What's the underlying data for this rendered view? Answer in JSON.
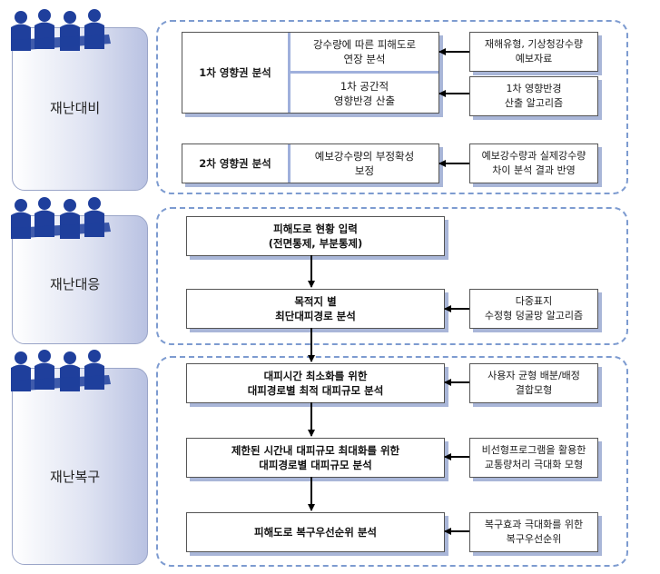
{
  "phases": {
    "preparedness": "재난대비",
    "response": "재난대응",
    "recovery": "재난복구"
  },
  "preparedness": {
    "first_impact_label": "1차 영향권 분석",
    "first_step_a": [
      "강수량에 따른 피해도로",
      "연장 분석"
    ],
    "first_step_b": [
      "1차 공간적",
      "영향반경 산출"
    ],
    "first_input_a": [
      "재해유형, 기상청강수량",
      "예보자료"
    ],
    "first_input_b": [
      "1차 영향반경",
      "산출 알고리즘"
    ],
    "second_impact_label": "2차 영향권 분석",
    "second_step": [
      "예보강수량의 부정확성",
      "보정"
    ],
    "second_input": [
      "예보강수량과 실제강수량",
      "차이 분석 결과 반영"
    ]
  },
  "response": {
    "step1": [
      "피해도로 현황 입력",
      "(전면통제, 부분통제)"
    ],
    "step2": [
      "목적지 별",
      "최단대피경로 분석"
    ],
    "input2": [
      "다중표지",
      "수정형 덩굴망 알고리즘"
    ]
  },
  "recovery": {
    "step1": [
      "대피시간 최소화를 위한",
      "대피경로별 최적 대피규모 분석"
    ],
    "input1": [
      "사용자 균형 배분/배정",
      "결합모형"
    ],
    "step2": [
      "제한된 시간내 대피규모 최대화를 위한",
      "대피경로별 대피규모 분석"
    ],
    "input2": [
      "비선형프로그램을 활용한",
      "교통량처리 극대화 모형"
    ],
    "step3": [
      "피해도로 복구우선순위 분석"
    ],
    "input3": [
      "복구효과 극대화를 위한",
      "복구우선순위"
    ]
  },
  "colors": {
    "phase_fill": "#b9c2e2",
    "people_icon": "#1f3f9c",
    "dashed_border": "#7d9bd0",
    "box_shadow": "#a9b6d8"
  }
}
